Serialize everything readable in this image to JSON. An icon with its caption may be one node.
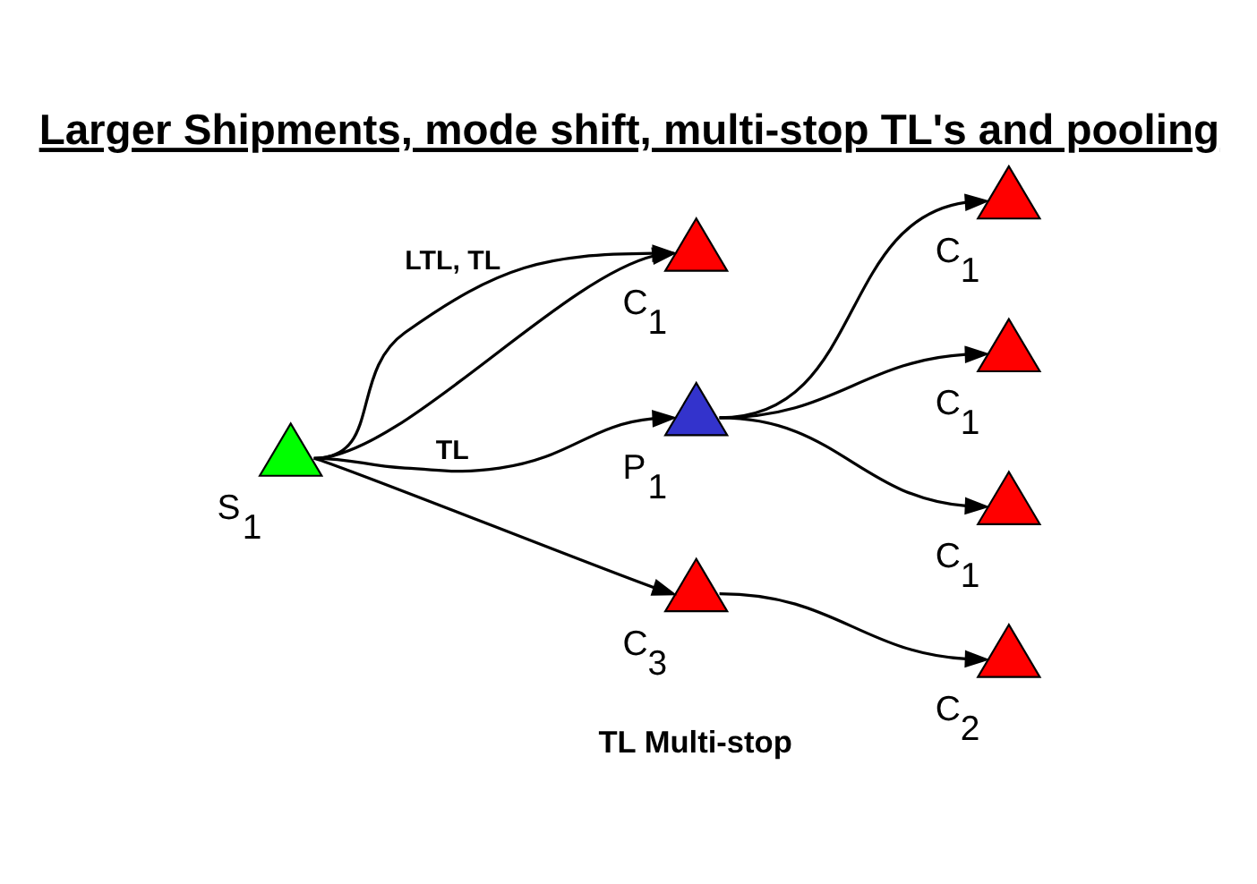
{
  "diagram": {
    "title": "Larger Shipments, mode shift, multi-stop TL's and pooling",
    "nodes": [
      {
        "text": [],
        "shape": "triangle",
        "beside": [
          "S$_{1}$"
        ]
      },
      {
        "text": [],
        "shape": "triangle",
        "beside": [
          "C$_{1}$"
        ]
      },
      {
        "text": [],
        "shape": "triangle",
        "beside": [
          "P$_{1}$"
        ]
      },
      {
        "text": [],
        "shape": "triangle",
        "beside": [
          "C$_{3}$"
        ]
      },
      {
        "text": [],
        "shape": "triangle",
        "beside": [
          "C$_{2}$"
        ]
      },
      {
        "text": [],
        "shape": "triangle",
        "beside": [
          "C$_{1}$"
        ]
      },
      {
        "text": [],
        "shape": "triangle",
        "beside": [
          "C$_{1}$"
        ]
      },
      {
        "text": [],
        "shape": "triangle",
        "beside": [
          "C$_{1}$"
        ]
      }
    ],
    "edges": [
      {
        "from": 0,
        "to": 1,
        "arrow": "to",
        "label": "LTL, TL"
      },
      {
        "from": 0,
        "to": 1,
        "arrow": "to"
      },
      {
        "from": 0,
        "to": 2,
        "arrow": "to",
        "label": "TL"
      },
      {
        "from": 0,
        "to": 3,
        "arrow": "to"
      },
      {
        "from": 3,
        "to": 4,
        "arrow": "to"
      },
      {
        "from": 2,
        "to": 5,
        "arrow": "to"
      },
      {
        "from": 2,
        "to": 6,
        "arrow": "to"
      },
      {
        "from": 2,
        "to": 7,
        "arrow": "to"
      }
    ],
    "labels": [
      "TL Multi-stop"
    ]
  }
}
